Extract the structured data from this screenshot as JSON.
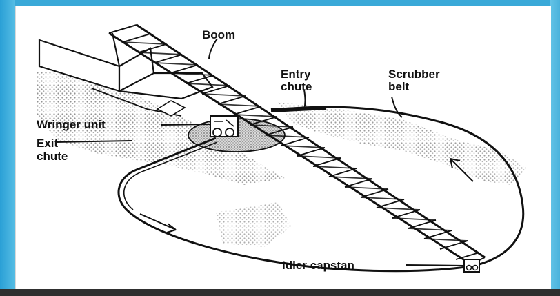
{
  "diagram": {
    "labels": {
      "boom": "Boom",
      "entry_chute_line1": "Entry",
      "entry_chute_line2": "chute",
      "scrubber_belt_line1": "Scrubber",
      "scrubber_belt_line2": "belt",
      "wringer_unit": "Wringer unit",
      "exit_chute_line1": "Exit",
      "exit_chute_line2": "chute",
      "idler_capstan": "Idler capstan"
    },
    "colors": {
      "frame": "#4fb6de",
      "ink": "#111111",
      "shading": "#bdbdbd"
    }
  }
}
